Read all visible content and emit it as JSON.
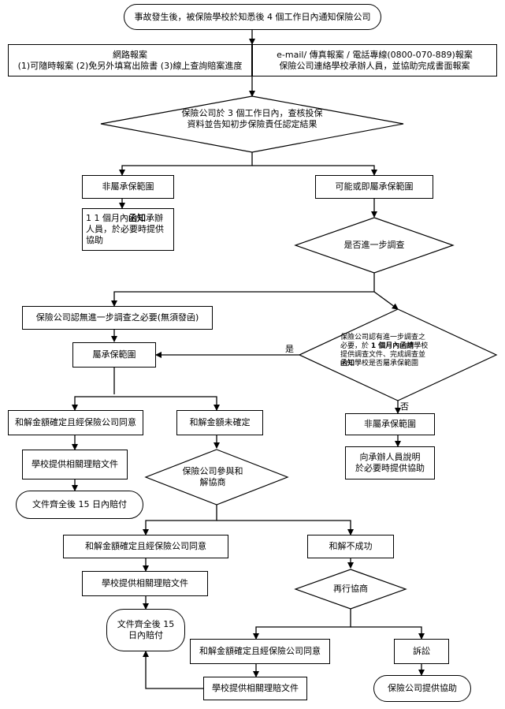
{
  "start": "事故發生後，被保險學校於知悉後 4 個工作日內通知保險公司",
  "online_report": {
    "title": "網路報案",
    "detail": "(1)可隨時報案  (2)免另外填寫出險書  (3)線上查詢賠案進度"
  },
  "offline_report": {
    "line1": "e-mail/ 傳真報案 / 電話專線(0800-070-889)報案",
    "line2": "保險公司連絡學校承辦人員，並協助完成書面報案"
  },
  "review": {
    "line1": "保險公司於 3 個工作日內，查核投保",
    "line2": "資料並告知初步保險責任認定結果"
  },
  "not_covered": "非屬承保範圍",
  "notice_note": {
    "p1": "1 個月內",
    "p2": "函知",
    "p3": "承辦人員，於必要時提供協助"
  },
  "maybe_covered": "可能或即屬承保範圍",
  "investigate_q": "是否進一步調查",
  "no_investigation": "保險公司認無進一步調查之必要(無須發函)",
  "covered": "屬承保範圍",
  "investigation": {
    "l1": "保險公司認有進一步調查之",
    "l2a": "必要，於 ",
    "l2b": "1 個月內函請",
    "l2c": "學校",
    "l3": "提供調查文件、完成調查並",
    "l4a": "函知",
    "l4b": "學校是否屬承保範圍"
  },
  "yes_label": "是",
  "no_label": "否",
  "agreed": "和解金額確定且經保險公司同意",
  "undetermined": "和解金額未確定",
  "not_covered_2": "非屬承保範圍",
  "explain": {
    "line1": "向承辦人員說明",
    "line2": "於必要時提供協助"
  },
  "school_docs": "學校提供相關理賠文件",
  "mediate": {
    "line1": "保險公司參與和",
    "line2": "解協商"
  },
  "pay_15": "文件齊全後 15 日內賠付",
  "agreed_2": "和解金額確定且經保險公司同意",
  "failed": "和解不成功",
  "school_docs_2": "學校提供相關理賠文件",
  "renegotiate": "再行協商",
  "pay_15_b": {
    "line1": "文件齊全後 15",
    "line2": "日內賠付"
  },
  "agreed_3": "和解金額確定且經保險公司同意",
  "lawsuit": "訴訟",
  "school_docs_3": "學校提供相關理賠文件",
  "assist": "保險公司提供協助"
}
